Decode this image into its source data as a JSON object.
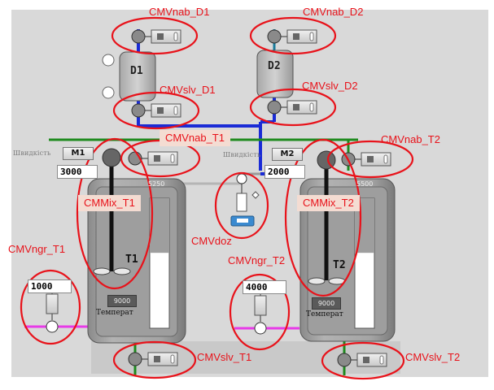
{
  "devices": {
    "D1": "D1",
    "D2": "D2",
    "T1": "T1",
    "T2": "T2",
    "M1": "M1",
    "M2": "M2"
  },
  "panel": {
    "speed_label_1": "Швидкість",
    "speed_label_2": "Швидкість",
    "speed_1": "3000",
    "speed_2": "2000",
    "level_t1": "5250",
    "level_t2": "5500",
    "temp_t1": "9000",
    "temp_t2": "9000",
    "temp_label_1": "Температ",
    "temp_label_2": "Температ",
    "ngr_t1_value": "1000",
    "ngr_t2_value": "4000"
  },
  "annotations": {
    "nab_d1": "CMVnab_D1",
    "nab_d2": "CMVnab_D2",
    "slv_d1": "CMVslv_D1",
    "slv_d2": "CMVslv_D2",
    "nab_t1": "CMVnab_T1",
    "nab_t2": "CMVnab_T2",
    "mix_t1": "CMMix_T1",
    "mix_t2": "CMMix_T2",
    "doz": "CMVdoz",
    "ngr_t1": "CMVngr_T1",
    "ngr_t2": "CMVngr_T2",
    "slv_t1": "CMVslv_T1",
    "slv_t2": "CMVslv_T2"
  },
  "tank_fill": {
    "T1": 0.42,
    "T2": 0.42
  },
  "colors": {
    "background": "#d9d9d9",
    "annotation": "#e8121a",
    "pipe_blue": "#1a2bd6",
    "pipe_green": "#1e8a1e",
    "pipe_magenta": "#e83ae8"
  }
}
